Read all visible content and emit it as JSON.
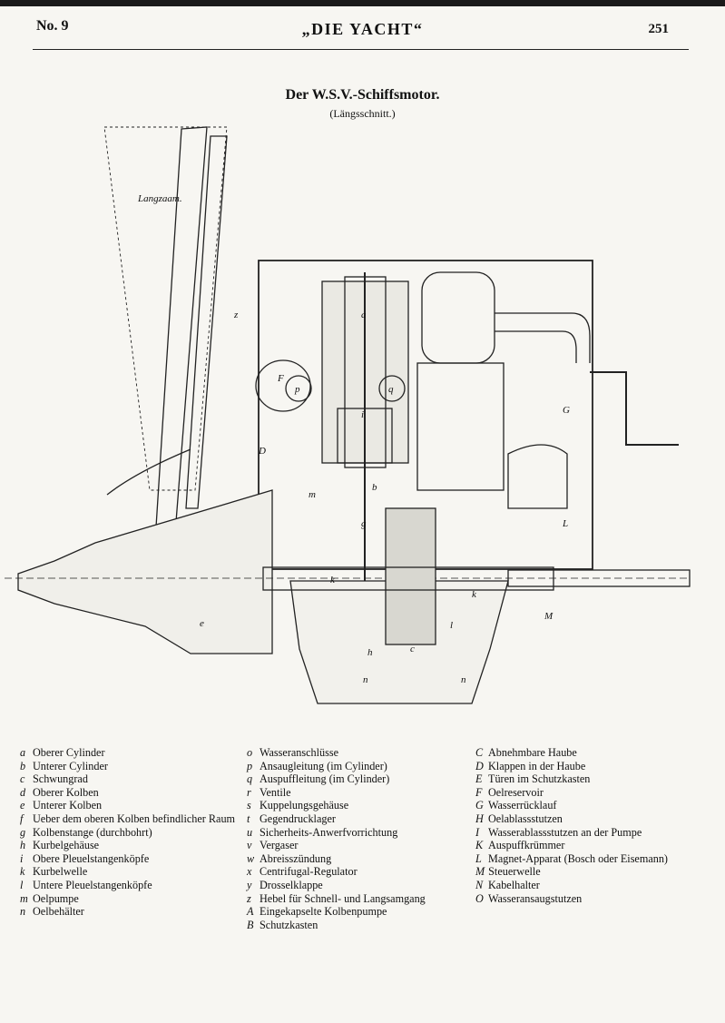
{
  "header": {
    "number": "No. 9",
    "journal": "„DIE YACHT“",
    "page": "251"
  },
  "figure": {
    "title": "Der W.S.V.-Schiffsmotor.",
    "subtitle": "(Längsschnitt.)",
    "inline_labels": {
      "langzaam": "Langzaam.",
      "z": "z",
      "D": "D",
      "F": "F",
      "p": "p",
      "q": "q",
      "a": "a",
      "b": "b",
      "i": "i",
      "g": "g",
      "h": "h",
      "c": "c",
      "n1": "n",
      "n2": "n",
      "k1": "k",
      "k2": "k",
      "l": "l",
      "m": "m",
      "e": "e",
      "G": "G",
      "L": "L",
      "M": "M"
    }
  },
  "legend": {
    "col1": [
      {
        "key": "a",
        "text": "Oberer Cylinder"
      },
      {
        "key": "b",
        "text": "Unterer Cylinder"
      },
      {
        "key": "c",
        "text": "Schwungrad"
      },
      {
        "key": "d",
        "text": "Oberer Kolben"
      },
      {
        "key": "e",
        "text": "Unterer Kolben"
      },
      {
        "key": "f",
        "text": "Ueber dem oberen Kolben befindlicher Raum"
      },
      {
        "key": "g",
        "text": "Kolbenstange (durchbohrt)"
      },
      {
        "key": "h",
        "text": "Kurbelgehäuse"
      },
      {
        "key": "i",
        "text": "Obere Pleuelstangenköpfe"
      },
      {
        "key": "k",
        "text": "Kurbelwelle"
      },
      {
        "key": "l",
        "text": "Untere Pleuelstangenköpfe"
      },
      {
        "key": "m",
        "text": "Oelpumpe"
      },
      {
        "key": "n",
        "text": "Oelbehälter"
      }
    ],
    "col2": [
      {
        "key": "o",
        "text": "Wasseranschlüsse"
      },
      {
        "key": "p",
        "text": "Ansaugleitung (im Cylinder)"
      },
      {
        "key": "q",
        "text": "Auspuffleitung (im Cylinder)"
      },
      {
        "key": "r",
        "text": "Ventile"
      },
      {
        "key": "s",
        "text": "Kuppelungsgehäuse"
      },
      {
        "key": "t",
        "text": "Gegendrucklager"
      },
      {
        "key": "u",
        "text": "Sicherheits-Anwerfvorrichtung"
      },
      {
        "key": "v",
        "text": "Vergaser"
      },
      {
        "key": "w",
        "text": "Abreisszündung"
      },
      {
        "key": "x",
        "text": "Centrifugal-Regulator"
      },
      {
        "key": "y",
        "text": "Drosselklappe"
      },
      {
        "key": "z",
        "text": "Hebel für Schnell- und Langsamgang"
      },
      {
        "key": "A",
        "text": "Eingekapselte Kolbenpumpe"
      },
      {
        "key": "B",
        "text": "Schutzkasten"
      }
    ],
    "col3": [
      {
        "key": "C",
        "text": "Abnehmbare Haube"
      },
      {
        "key": "D",
        "text": "Klappen in der Haube"
      },
      {
        "key": "E",
        "text": "Türen im Schutzkasten"
      },
      {
        "key": "F",
        "text": "Oelreservoir"
      },
      {
        "key": "G",
        "text": "Wasserrücklauf"
      },
      {
        "key": "H",
        "text": "Oelablassstutzen"
      },
      {
        "key": "I",
        "text": "Wasserablassstutzen an der Pumpe"
      },
      {
        "key": "K",
        "text": "Auspuffkrümmer"
      },
      {
        "key": "L",
        "text": "Magnet-Apparat (Bosch oder Eisemann)"
      },
      {
        "key": "M",
        "text": "Steuerwelle"
      },
      {
        "key": "N",
        "text": "Kabelhalter"
      },
      {
        "key": "O",
        "text": "Wasseransaugstutzen"
      }
    ]
  }
}
